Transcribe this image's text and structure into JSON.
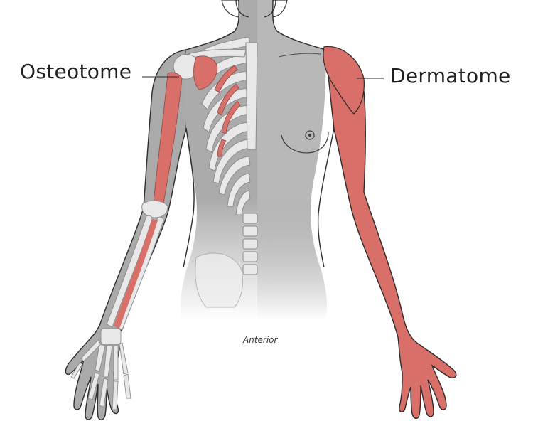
{
  "labels": {
    "left": "Osteotome",
    "right": "Dermatome",
    "view": "Anterior"
  },
  "colors": {
    "skin": "#a9a9a9",
    "skin_light": "#b9b9b9",
    "highlight": "#de6f69",
    "bone": "#e9e9e9",
    "outline": "#2b2b2b",
    "bone_outline": "#8f8f8f"
  }
}
